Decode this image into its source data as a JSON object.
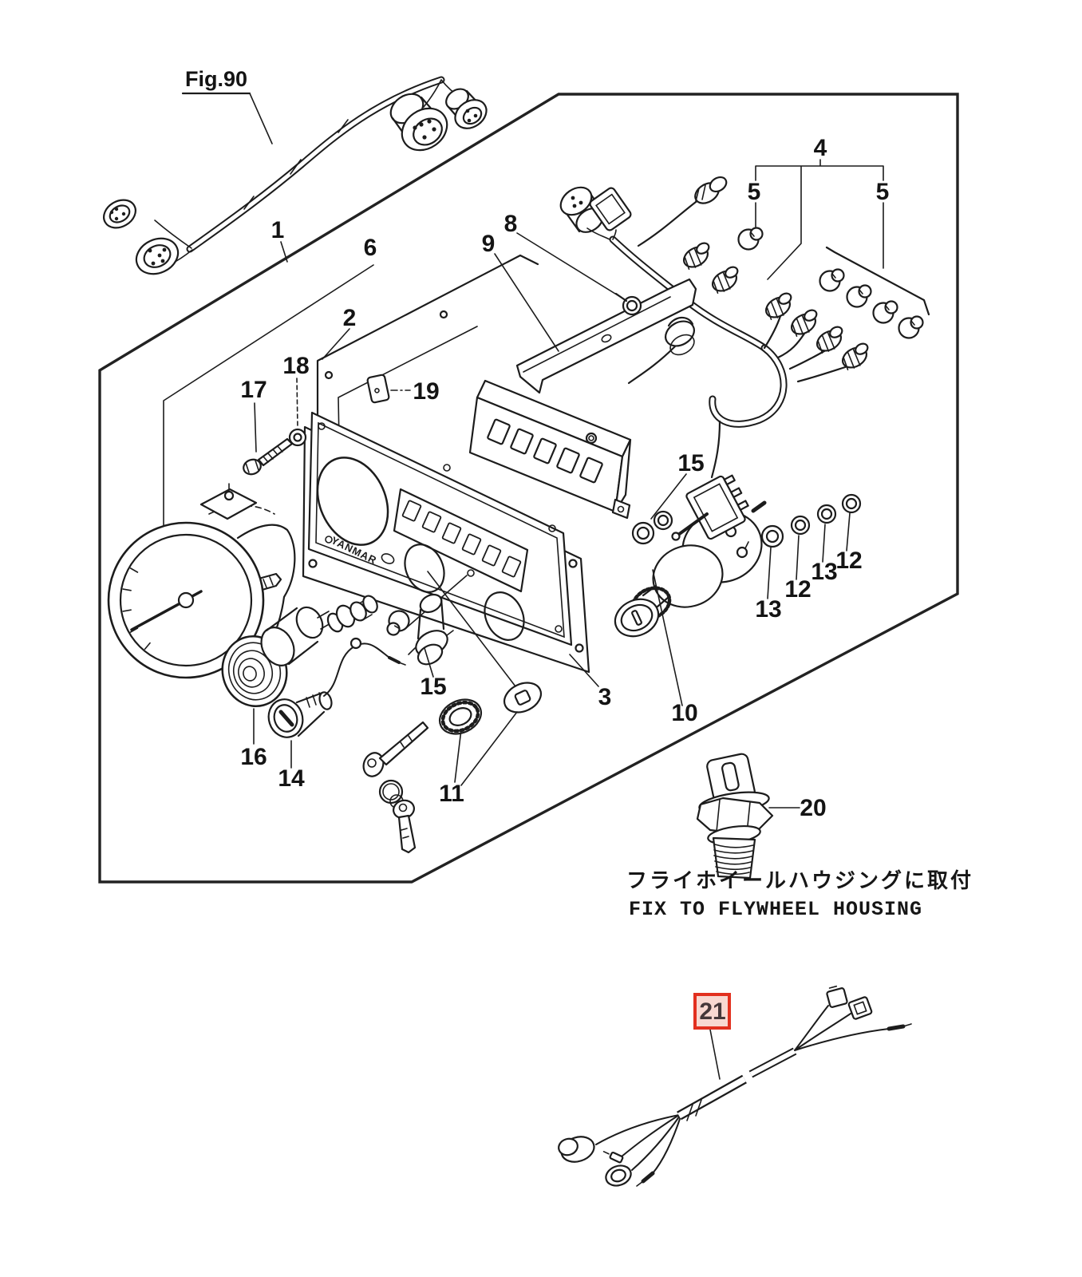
{
  "figure": {
    "title": "Fig.90"
  },
  "brand": {
    "panel_logo": "YANMAR"
  },
  "captions": {
    "mount_jp": "フライホイールハウジングに取付",
    "mount_en": "FIX TO FLYWHEEL HOUSING"
  },
  "highlight": {
    "part": "21",
    "border_color": "#e2301f",
    "fill_color": "#f8d8d1",
    "text_color": "#45383a"
  },
  "diagram_line_color": "#1c1c1c",
  "parts": {
    "p1": "1",
    "p2": "2",
    "p3": "3",
    "p4": "4",
    "p5a": "5",
    "p5b": "5",
    "p6": "6",
    "p8": "8",
    "p9": "9",
    "p10": "10",
    "p11": "11",
    "p12a": "12",
    "p12b": "12",
    "p13a": "13",
    "p13b": "13",
    "p14": "14",
    "p15a": "15",
    "p15b": "15",
    "p16": "16",
    "p17": "17",
    "p18": "18",
    "p19": "19",
    "p20": "20",
    "p21": "21"
  }
}
